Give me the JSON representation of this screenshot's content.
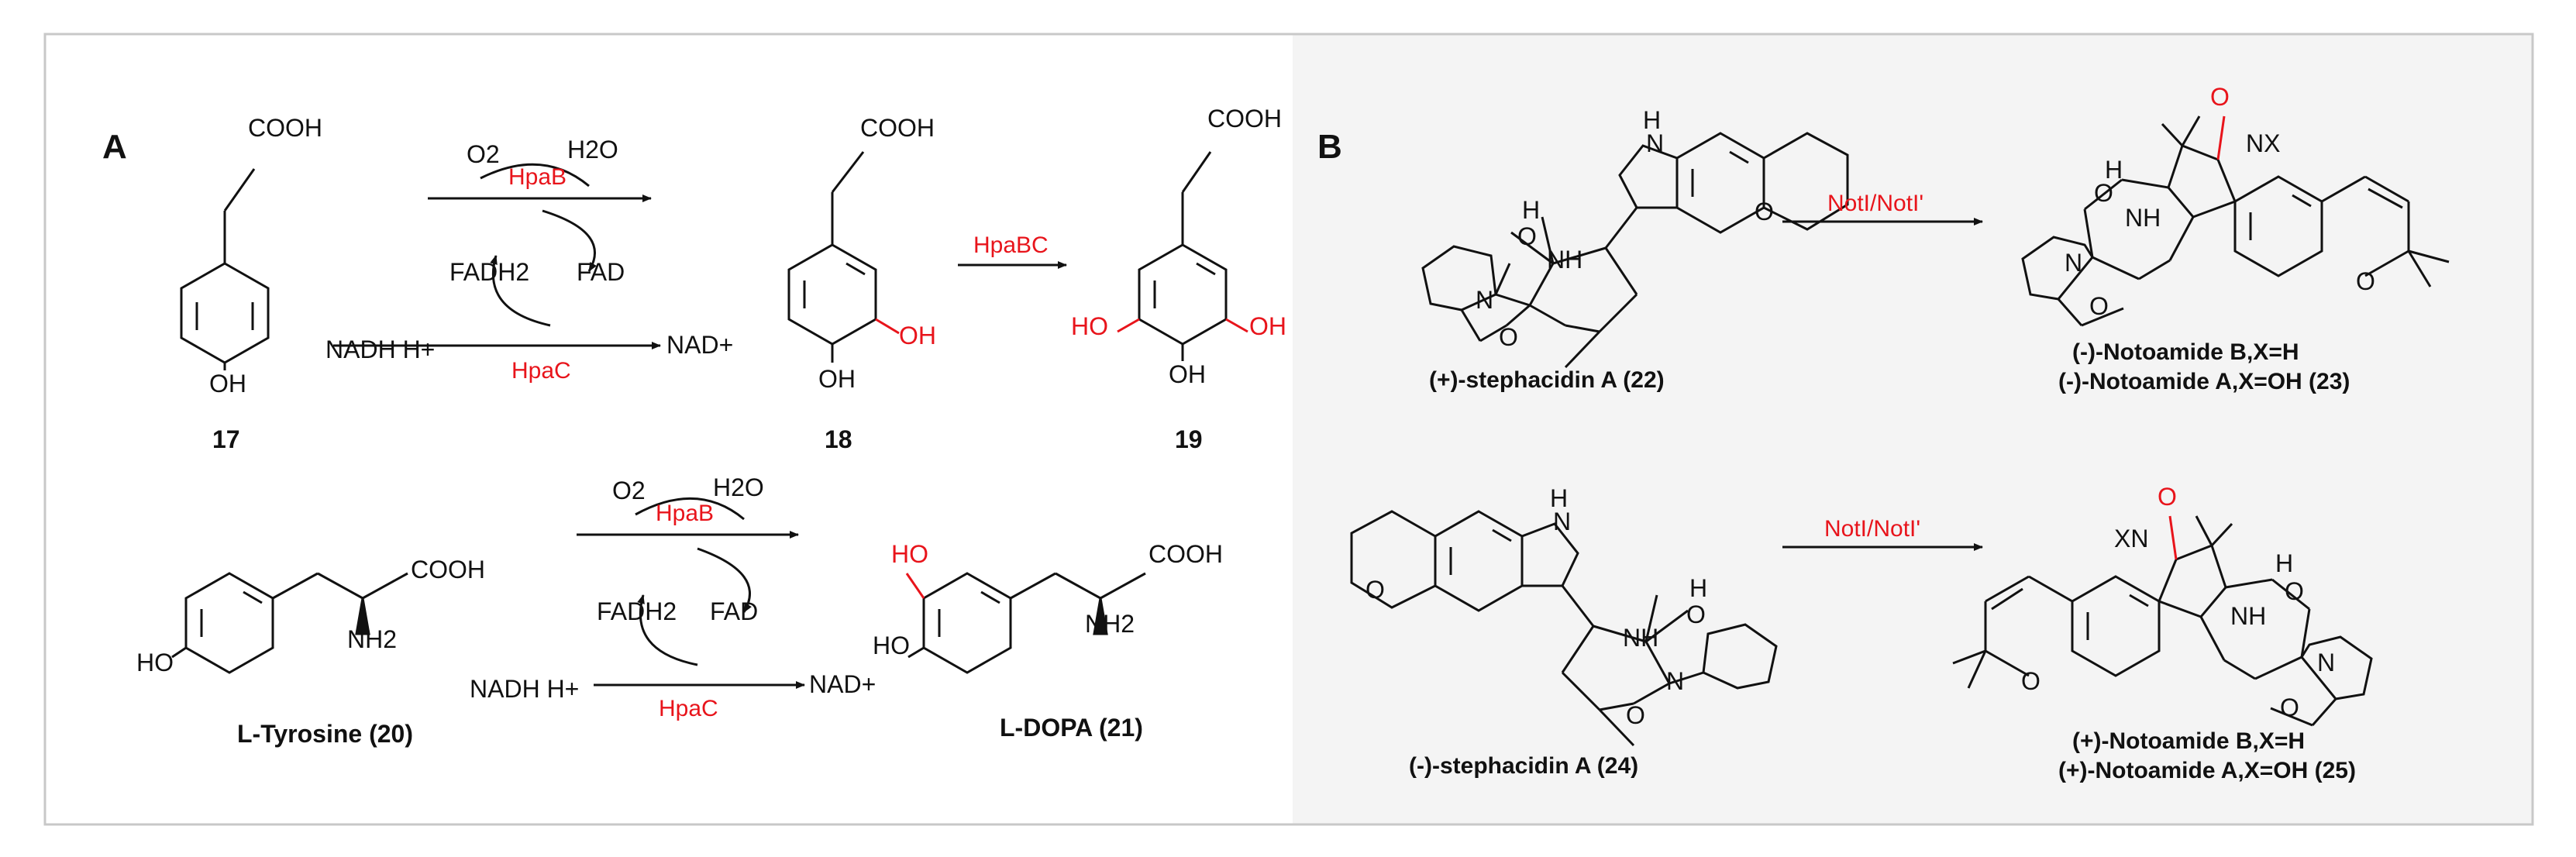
{
  "colors": {
    "accent": "#e8141b",
    "panel_b_bg": "#f4f4f4",
    "frame": "#c8c8c8",
    "ink": "#111111"
  },
  "panel_a": {
    "label": "A",
    "substituents": {
      "cooh": "COOH",
      "oh": "OH",
      "ho": "HO",
      "nh2": "NH2"
    },
    "compounds": {
      "c17": "17",
      "c18": "18",
      "c19": "19",
      "tyr": "L-Tyrosine (20)",
      "dopa": "L-DOPA (21)"
    },
    "reaction1": {
      "o2": "O2",
      "h2o": "H2O",
      "enzyme_b": "HpaB",
      "fadh2": "FADH2",
      "fad": "FAD",
      "nadh": "NADH H+",
      "nad": "NAD+",
      "enzyme_c": "HpaC"
    },
    "reaction2": {
      "enzyme": "HpaBC"
    },
    "reaction3": {
      "o2": "O2",
      "h2o": "H2O",
      "enzyme_b": "HpaB",
      "fadh2": "FADH2",
      "fad": "FAD",
      "nadh": "NADH H+",
      "nad": "NAD+",
      "enzyme_c": "HpaC"
    }
  },
  "panel_b": {
    "label": "B",
    "atoms": {
      "h": "H",
      "o": "O",
      "n": "N",
      "nh": "NH",
      "xn": "XN",
      "nx": "NX"
    },
    "top": {
      "substrate": "(+)-stephacidin A (22)",
      "enzyme": "NotI/NotI'",
      "product_line1": "(-)-Notoamide B,X=H",
      "product_line2": "(-)-Notoamide A,X=OH (23)"
    },
    "bottom": {
      "substrate": "(-)-stephacidin A (24)",
      "enzyme": "NotI/NotI'",
      "product_line1": "(+)-Notoamide B,X=H",
      "product_line2": "(+)-Notoamide A,X=OH (25)"
    }
  }
}
